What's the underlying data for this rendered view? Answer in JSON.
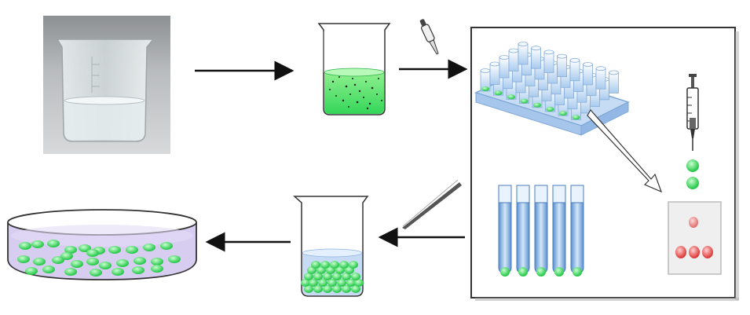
{
  "diagram": {
    "steps": [
      {
        "id": "empty-beaker",
        "icon": "beaker-photo-icon"
      },
      {
        "id": "green-mixture-beaker",
        "icon": "beaker-green-mixture-icon"
      },
      {
        "id": "pipette",
        "icon": "pipette-icon"
      },
      {
        "id": "well-plate",
        "icon": "well-plate-icon"
      },
      {
        "id": "syringe",
        "icon": "syringe-icon"
      },
      {
        "id": "test-tubes",
        "icon": "test-tubes-icon"
      },
      {
        "id": "color-card",
        "icon": "color-card-icon"
      },
      {
        "id": "tweezers",
        "icon": "tweezers-icon"
      },
      {
        "id": "beads-beaker",
        "icon": "beaker-green-beads-icon"
      },
      {
        "id": "petri-dish",
        "icon": "petri-dish-icon"
      }
    ],
    "colors": {
      "green": "#3ee05a",
      "light_blue": "#bcd7f1",
      "red": "#e84848",
      "dish_fill": "#d7cdf0"
    }
  }
}
